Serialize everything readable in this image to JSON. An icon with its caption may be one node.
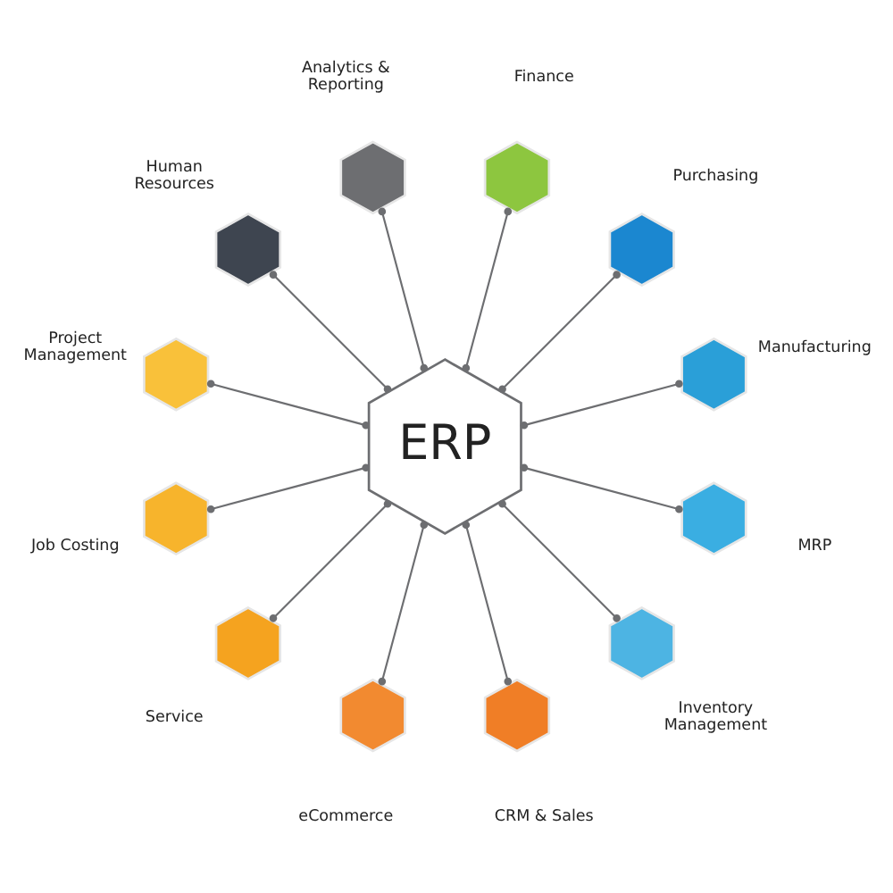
{
  "diagram": {
    "nodes": [
      {
        "text": [
          "ERP"
        ]
      },
      {
        "text": [],
        "shape": "hexagon",
        "beside": [
          "Finance"
        ]
      },
      {
        "text": [],
        "shape": "hexagon",
        "beside": [
          "Purchasing"
        ]
      },
      {
        "text": [],
        "shape": "hexagon",
        "beside": [
          "Manufacturing"
        ]
      },
      {
        "text": [],
        "shape": "hexagon",
        "beside": [
          "MRP"
        ]
      },
      {
        "text": [],
        "shape": "hexagon",
        "beside": [
          "Inventory Management"
        ]
      },
      {
        "text": [],
        "shape": "hexagon",
        "beside": [
          "CRM & Sales"
        ]
      },
      {
        "text": [],
        "shape": "hexagon",
        "beside": [
          "eCommerce"
        ]
      },
      {
        "text": [],
        "shape": "hexagon",
        "beside": [
          "Service"
        ]
      },
      {
        "text": [],
        "shape": "hexagon",
        "beside": [
          "Job Costing"
        ]
      },
      {
        "text": [],
        "shape": "hexagon",
        "beside": [
          "Project Management"
        ]
      },
      {
        "text": [],
        "shape": "hexagon",
        "beside": [
          "Human Resources"
        ]
      },
      {
        "text": [],
        "shape": "hexagon",
        "beside": [
          "Analytics & Reporting"
        ]
      }
    ],
    "edges": [
      {
        "from": 0,
        "to": 1,
        "arrow": "other"
      },
      {
        "from": 0,
        "to": 2,
        "arrow": "other"
      },
      {
        "from": 0,
        "to": 3,
        "arrow": "other"
      },
      {
        "from": 0,
        "to": 4,
        "arrow": "other"
      },
      {
        "from": 0,
        "to": 5,
        "arrow": "other"
      },
      {
        "from": 0,
        "to": 6,
        "arrow": "other"
      },
      {
        "from": 0,
        "to": 7,
        "arrow": "other"
      },
      {
        "from": 0,
        "to": 8,
        "arrow": "other"
      },
      {
        "from": 0,
        "to": 9,
        "arrow": "other"
      },
      {
        "from": 0,
        "to": 10,
        "arrow": "other"
      },
      {
        "from": 0,
        "to": 11,
        "arrow": "other"
      },
      {
        "from": 0,
        "to": 12,
        "arrow": "other"
      }
    ]
  }
}
